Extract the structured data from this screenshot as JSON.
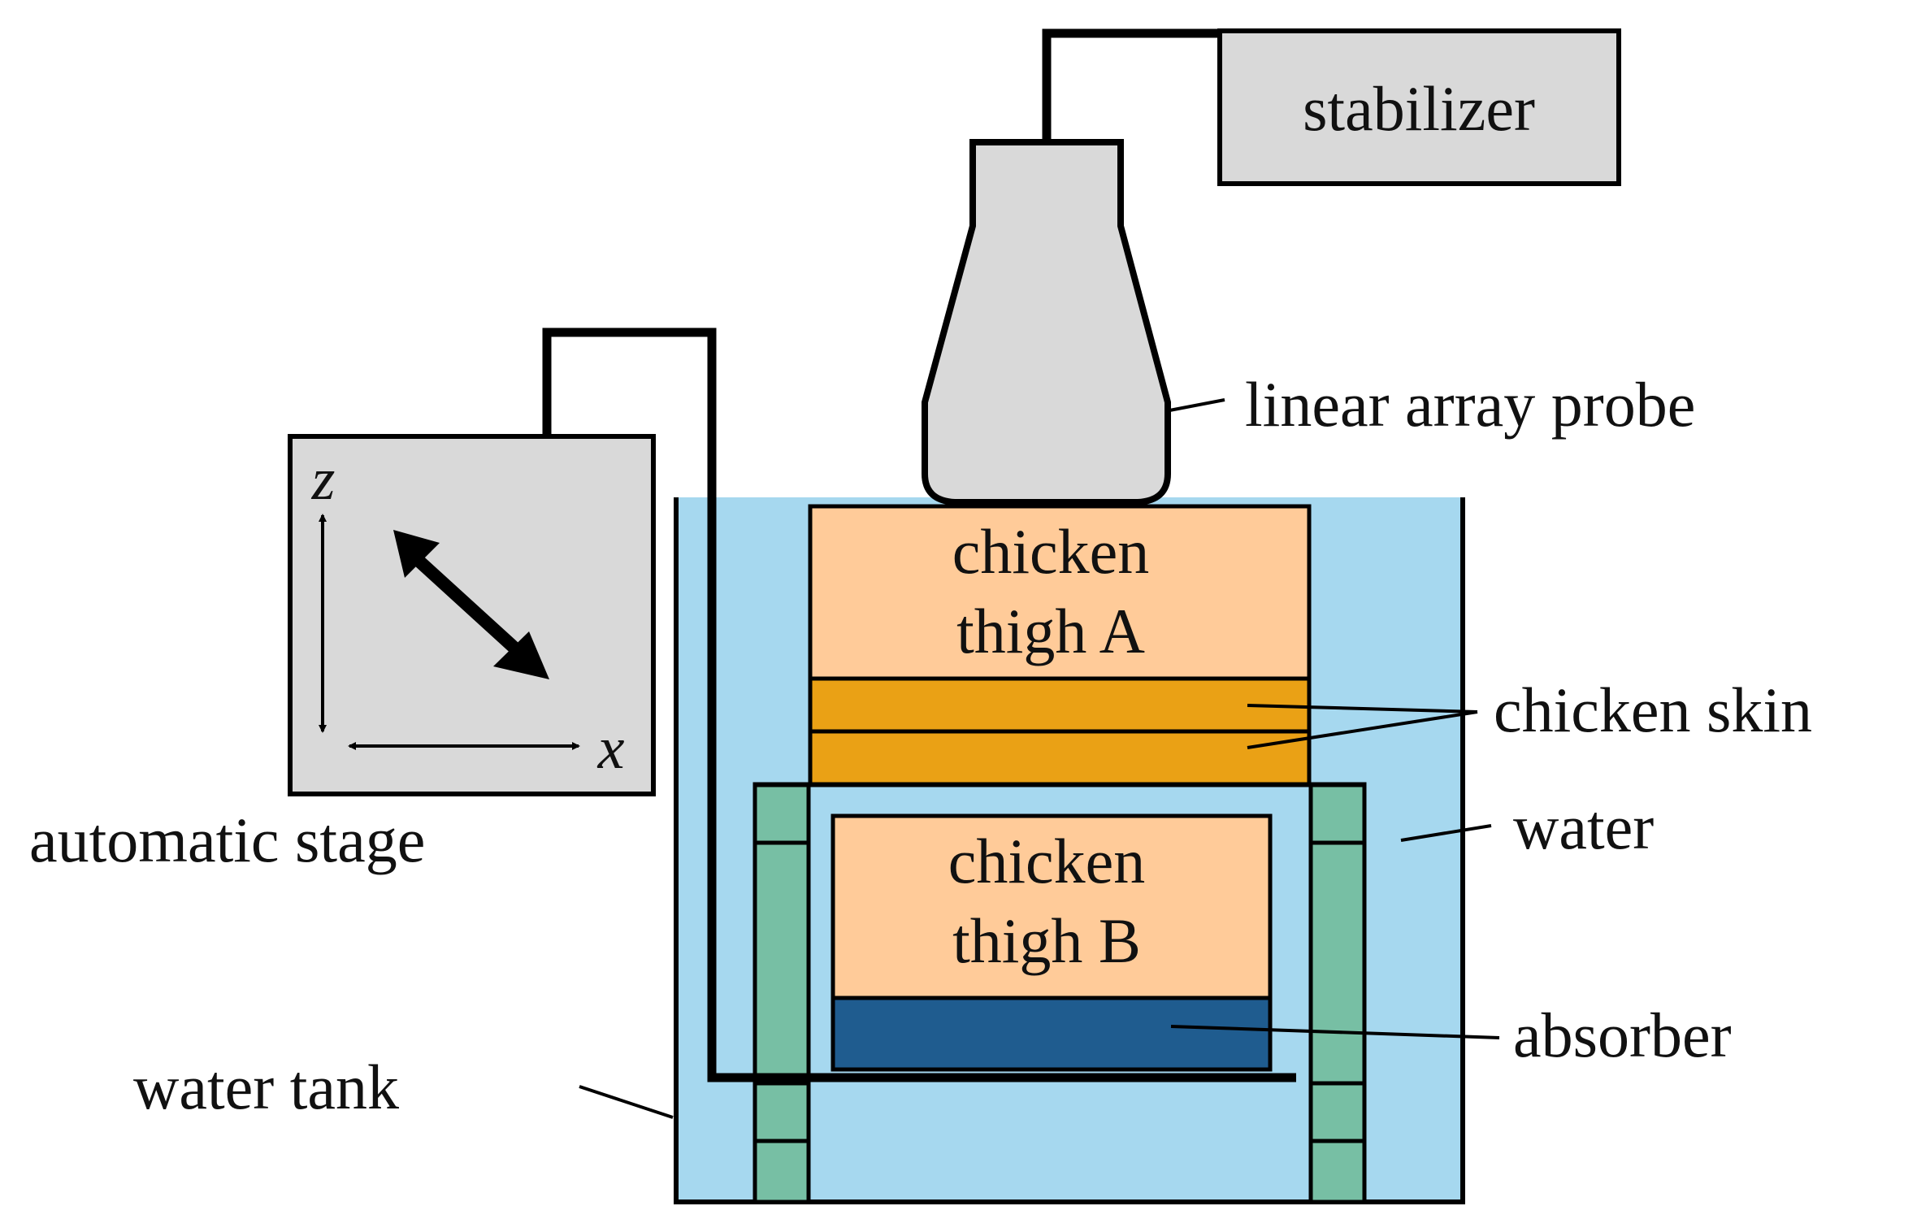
{
  "labels": {
    "stabilizer": "stabilizer",
    "probe": "linear array probe",
    "chicken_thigh_a_1": "chicken",
    "chicken_thigh_a_2": "thigh A",
    "chicken_skin": "chicken skin",
    "water": "water",
    "chicken_thigh_b_1": "chicken",
    "chicken_thigh_b_2": "thigh B",
    "absorber": "absorber",
    "water_tank": "water tank",
    "automatic_stage": "automatic stage",
    "axis_z": "z",
    "axis_x": "x"
  },
  "colors": {
    "device_gray": "#d9d9d9",
    "water_blue": "#a6d8ef",
    "chicken_thigh": "#ffcb99",
    "chicken_skin": "#eaa115",
    "absorber": "#1f5c8f",
    "holder_green": "#77bfa4"
  },
  "icons": {
    "stage_arrow": "double-headed-diagonal-arrow-icon",
    "z_arrow": "vertical-double-arrow-icon",
    "x_arrow": "horizontal-double-arrow-icon"
  }
}
